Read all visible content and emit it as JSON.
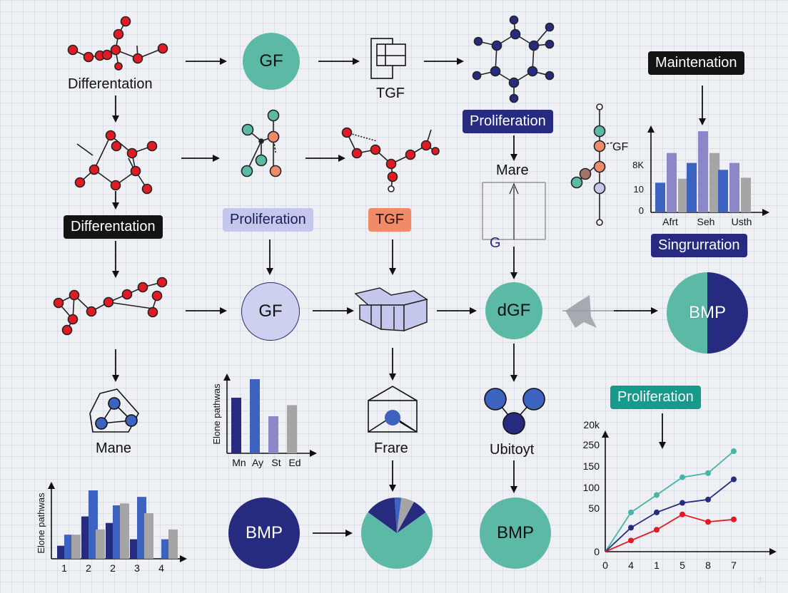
{
  "labels": {
    "differentiation_top": "Differentation",
    "differentiation_pill": "Differentation",
    "tgf_top": "TGF",
    "maintenance": "Maintenation",
    "proliferation_navy": "Proliferation",
    "mare_right": "Mare",
    "gf_side": "GF",
    "g_left": "G",
    "proliferation_lav": "Proliferation",
    "tgf_orange": "TGF",
    "singuration": "Singrurration",
    "mane": "Mane",
    "frare": "Frare",
    "ubitoyt": "Ubitoyt",
    "proliferation_teal": "Proliferation"
  },
  "circles": {
    "gf_top": "GF",
    "gf_mid": "GF",
    "dgf": "dGF",
    "bmp_split": "BMP",
    "bmp_bottom_navy": "BMP",
    "bmp_bottom_teal": "BMP"
  },
  "colors": {
    "teal": "#5bb9a5",
    "navy": "#262b80",
    "lavender": "#c5c8ec",
    "orange": "#f08a68",
    "red": "#e01b24",
    "blue": "#3d63c0",
    "purple": "#8b87c9",
    "gray": "#a5a5a5"
  },
  "chart_data": [
    {
      "type": "bar",
      "title": "",
      "categories": [
        "Afrt",
        "Seh",
        "Usth"
      ],
      "yticks": [
        "0",
        "10",
        "8K"
      ],
      "series": [
        {
          "values": [
            3,
            5,
            4.3
          ]
        },
        {
          "values": [
            6,
            8.2,
            5
          ]
        },
        {
          "values": [
            3.4,
            6,
            3.5
          ]
        }
      ],
      "series_colors": [
        "#3d63c0",
        "#8b87c9",
        "#a5a5a5"
      ]
    },
    {
      "type": "bar",
      "ylabel": "Elone pathwas",
      "categories": [
        "Mn",
        "Ay",
        "St",
        "Ed"
      ],
      "values": [
        7.5,
        10,
        5,
        6.5
      ],
      "bar_colors": [
        "#262b80",
        "#3d63c0",
        "#8b87c9",
        "#a5a5a5"
      ]
    },
    {
      "type": "bar",
      "ylabel": "Elone pathwas",
      "categories": [
        "1",
        "2",
        "2",
        "3",
        "4"
      ],
      "series": [
        {
          "values": [
            2,
            6.5,
            5.5,
            3
          ]
        },
        {
          "values": [
            3.7,
            10.5,
            8.2,
            9.5,
            3
          ]
        },
        {
          "values": [
            3.7,
            4.5,
            8.5,
            7,
            4.5
          ]
        }
      ],
      "series_colors": [
        "#262b80",
        "#3d63c0",
        "#a5a5a5"
      ]
    },
    {
      "type": "pie",
      "slices": [
        {
          "value": 70,
          "color": "#5bb9a5"
        },
        {
          "value": 14,
          "color": "#262b80"
        },
        {
          "value": 3,
          "color": "#3d63c0"
        },
        {
          "value": 6,
          "color": "#a5a5a5"
        },
        {
          "value": 7,
          "color": "#262b80"
        }
      ]
    },
    {
      "type": "line",
      "x_labels": [
        "0",
        "4",
        "1",
        "5",
        "8",
        "7"
      ],
      "yticks": [
        "0",
        "50",
        "100",
        "150",
        "250",
        "20k"
      ],
      "ylim": [
        0,
        300
      ],
      "series": [
        {
          "color": "#45b5a5",
          "values": [
            0,
            95,
            137,
            180,
            190,
            243
          ]
        },
        {
          "color": "#262b80",
          "values": [
            0,
            58,
            95,
            118,
            126,
            175
          ]
        },
        {
          "color": "#e01b24",
          "values": [
            0,
            27,
            53,
            90,
            72,
            78
          ]
        }
      ]
    }
  ]
}
